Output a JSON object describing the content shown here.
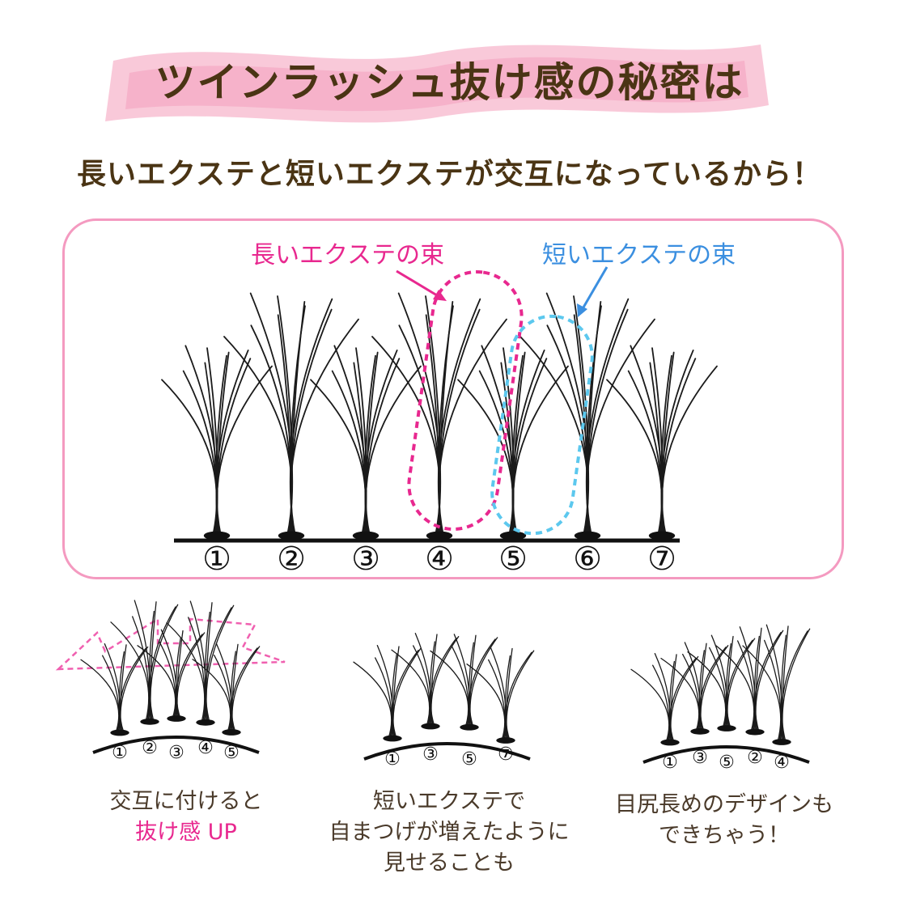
{
  "header": {
    "title": "ツインラッシュ抜け感の秘密は",
    "subtitle": "長いエクステと短いエクステが交互になっているから！"
  },
  "diagram": {
    "label_long": "長いエクステの束",
    "label_short": "短いエクステの束",
    "numbers": [
      "①",
      "②",
      "③",
      "④",
      "⑤",
      "⑥",
      "⑦"
    ]
  },
  "examples": [
    {
      "numbers": [
        "①",
        "②",
        "③",
        "④",
        "⑤"
      ],
      "caption_lines": [
        "交互に付けると"
      ],
      "highlight": "抜け感 UP"
    },
    {
      "numbers": [
        "①",
        "③",
        "⑤",
        "⑦"
      ],
      "caption_lines": [
        "短いエクステで",
        "自まつげが増えたように",
        "見せることも"
      ]
    },
    {
      "numbers": [
        "①",
        "③",
        "⑤",
        "②",
        "④"
      ],
      "caption_lines": [
        "目尻長めのデザインも",
        "できちゃう！"
      ]
    }
  ],
  "colors": {
    "accent_pink": "#e8288f",
    "accent_blue": "#3b8fe0",
    "text_brown": "#4a3414",
    "box_border": "#f49ac0",
    "dash_blue": "#5cc8ee"
  }
}
